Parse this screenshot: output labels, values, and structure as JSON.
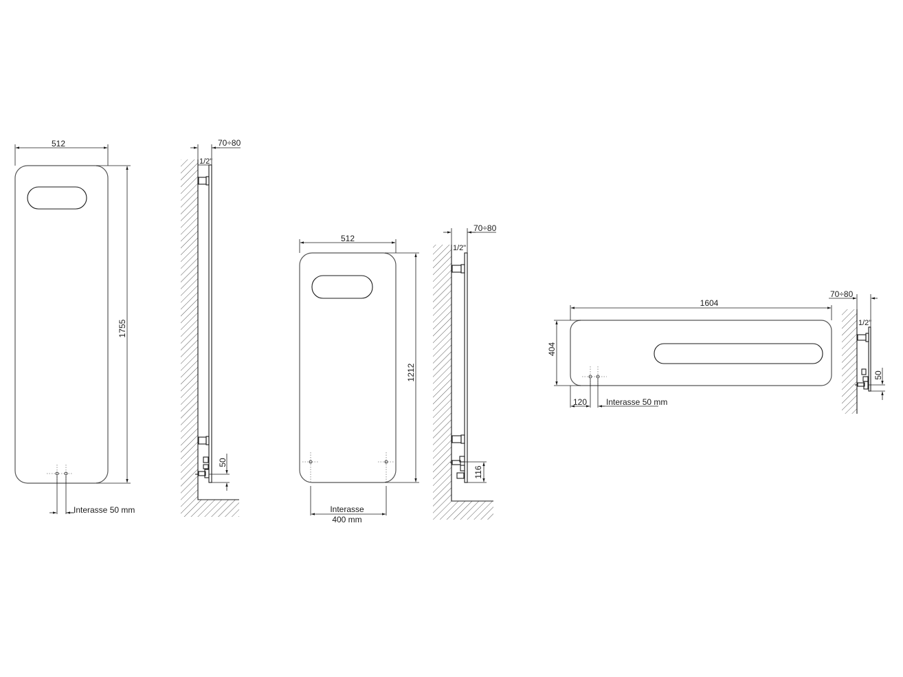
{
  "drawing": {
    "line_color": "#1a1a1a",
    "background": "#ffffff",
    "views": [
      {
        "id": "tall-front",
        "width_label": "512",
        "height_label": "1755",
        "spacing_label": "Interasse 50 mm"
      },
      {
        "id": "tall-side",
        "depth_label": "70÷80",
        "pipe_label": "1/2\"",
        "offset_label": "50"
      },
      {
        "id": "medium-front",
        "width_label": "512",
        "height_label": "1212",
        "spacing_label_line1": "Interasse",
        "spacing_label_line2": "400 mm"
      },
      {
        "id": "medium-side",
        "depth_label": "70÷80",
        "pipe_label": "1/2\"",
        "offset_label": "116"
      },
      {
        "id": "horizontal-front",
        "width_label": "1604",
        "height_label": "404",
        "edge_offset_label": "120",
        "spacing_label": "Interasse 50 mm"
      },
      {
        "id": "horizontal-side",
        "depth_label": "70÷80",
        "pipe_label": "1/2\"",
        "offset_label": "50"
      }
    ]
  }
}
